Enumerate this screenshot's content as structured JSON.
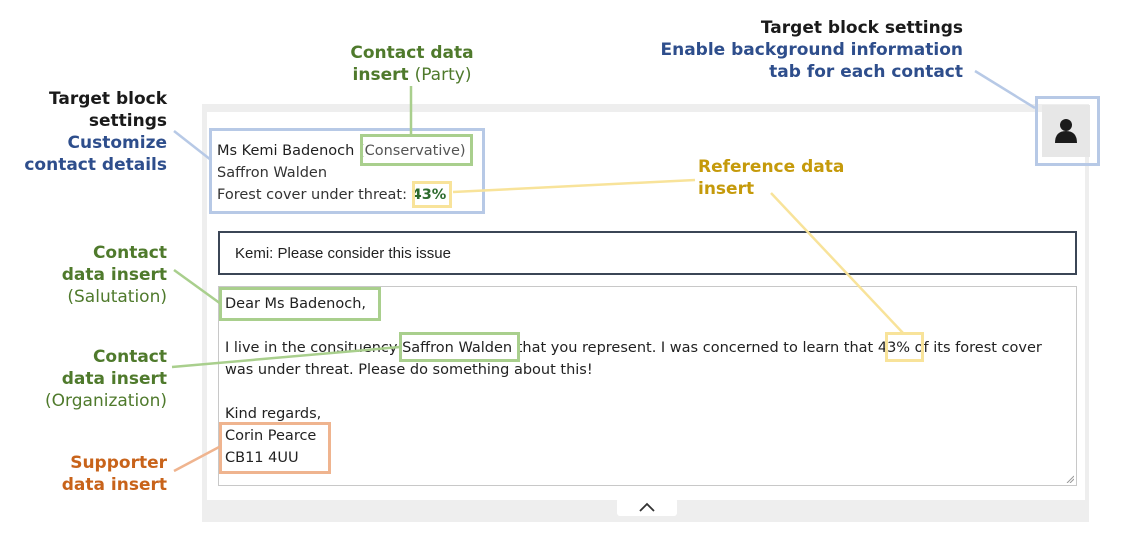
{
  "contact": {
    "name": "Ms Kemi Badenoch",
    "party": "(Conservative)",
    "constituency": "Saffron Walden",
    "reference_label": "Forest cover under threat:",
    "reference_value": "43%"
  },
  "subject": {
    "value": "Kemi: Please consider this issue"
  },
  "message": {
    "salutation": "Dear Ms Badenoch,",
    "line1_pre": "I live in the consituency ",
    "line1_org": "Saffron Walden",
    "line1_mid": " that you represent. I was concerned to learn that ",
    "line1_pct": "43%",
    "line1_post": " of its forest cover was under threat. Please do something about this!",
    "closing": "Kind regards,",
    "signature_name": "Corin Pearce",
    "signature_postcode": "CB11 4UU"
  },
  "icons": {
    "avatar": "person-icon",
    "collapse": "chevron-up-icon",
    "resize": "resize-grip-icon"
  },
  "annotations": {
    "target_top_right": {
      "title": "Target block settings",
      "line1": "Enable background information",
      "line2": "tab for each contact"
    },
    "contact_party": {
      "line1": "Contact data",
      "line2": "insert",
      "paren": "(Party)"
    },
    "target_left": {
      "title1": "Target block",
      "title2": "settings",
      "line1": "Customize",
      "line2": "contact details"
    },
    "reference": {
      "line1": "Reference data",
      "line2": "insert"
    },
    "contact_salutation": {
      "line1": "Contact",
      "line2": "data insert",
      "paren": "(Salutation)"
    },
    "contact_org": {
      "line1": "Contact",
      "line2": "data insert",
      "paren": "(Organization)"
    },
    "supporter": {
      "line1": "Supporter",
      "line2": "data insert"
    }
  },
  "colors": {
    "blue": "#b7c9e6",
    "green": "#a9cf8d",
    "yellow": "#f8e39a",
    "orange": "#efb48f",
    "blue_text": "#2e4e8c",
    "green_text": "#4f7a2c",
    "gold_text": "#c59a0b",
    "orange_text": "#c8631a"
  }
}
